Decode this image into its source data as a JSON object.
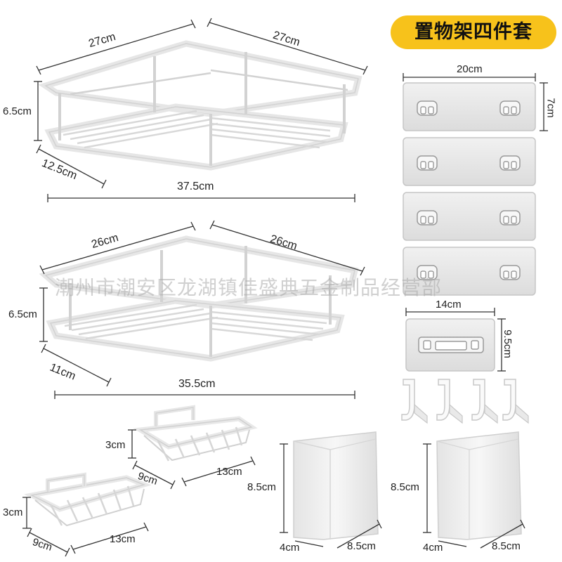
{
  "badge": {
    "text": "置物架四件套",
    "color": "#f7c21b"
  },
  "watermark": "潮州市潮安区龙湖镇佳盛典五金制品经营部",
  "shelf_large": {
    "left_edge": "27cm",
    "right_edge": "27cm",
    "height": "6.5cm",
    "depth": "12.5cm",
    "width": "37.5cm"
  },
  "shelf_small": {
    "left_edge": "26cm",
    "right_edge": "26cm",
    "height": "6.5cm",
    "depth": "11cm",
    "width": "35.5cm"
  },
  "hook_pads": {
    "width": "20cm",
    "height": "7cm",
    "count": 4
  },
  "small_pad": {
    "width": "14cm",
    "height": "9.5cm"
  },
  "hooks": {
    "count": 4
  },
  "soap_dish_a": {
    "height": "3cm",
    "depth": "9cm",
    "length": "13cm"
  },
  "soap_dish_b": {
    "height": "3cm",
    "depth": "9cm",
    "length": "13cm"
  },
  "cup_a": {
    "height": "8.5cm",
    "depth": "4cm",
    "width": "8.5cm"
  },
  "cup_b": {
    "height": "8.5cm",
    "depth": "4cm",
    "width": "8.5cm"
  }
}
